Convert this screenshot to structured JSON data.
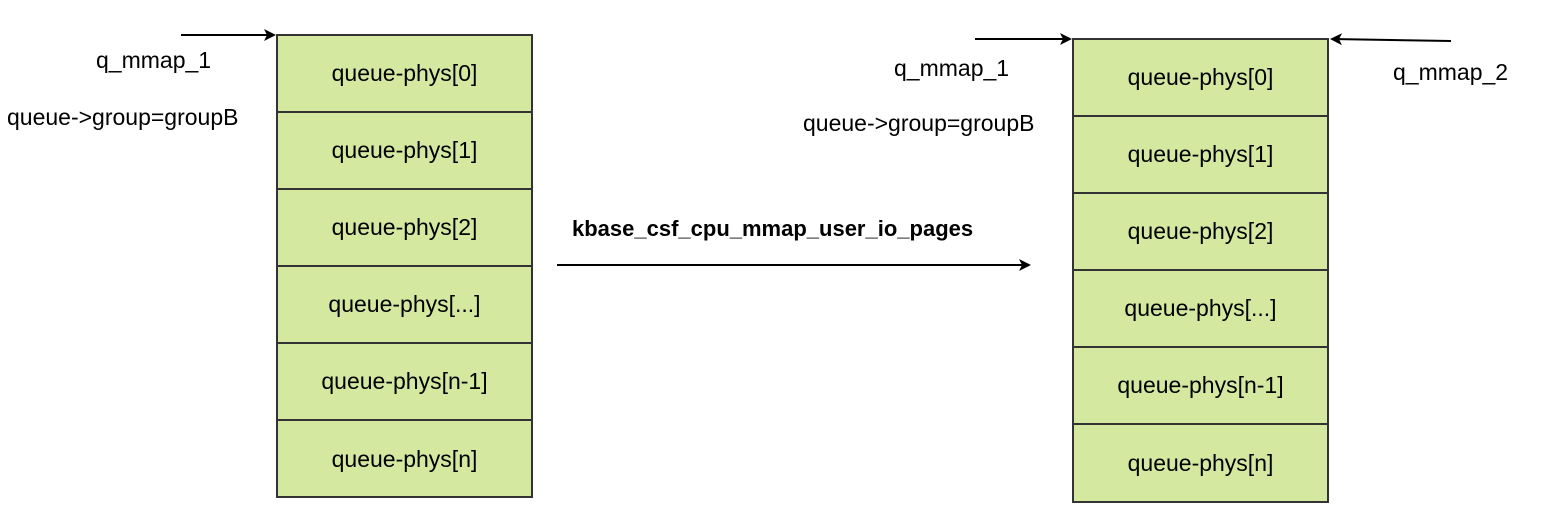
{
  "colors": {
    "cell_fill": "#d5e8a0",
    "stroke": "#333333"
  },
  "left": {
    "pointer_label": "q_mmap_1",
    "group_label": "queue->group=groupB",
    "cells": [
      "queue-phys[0]",
      "queue-phys[1]",
      "queue-phys[2]",
      "queue-phys[...]",
      "queue-phys[n-1]",
      "queue-phys[n]"
    ]
  },
  "operation_label": "kbase_csf_cpu_mmap_user_io_pages",
  "right": {
    "pointer_label": "q_mmap_1",
    "pointer_label_2": "q_mmap_2",
    "group_label": "queue->group=groupB",
    "cells": [
      "queue-phys[0]",
      "queue-phys[1]",
      "queue-phys[2]",
      "queue-phys[...]",
      "queue-phys[n-1]",
      "queue-phys[n]"
    ]
  }
}
